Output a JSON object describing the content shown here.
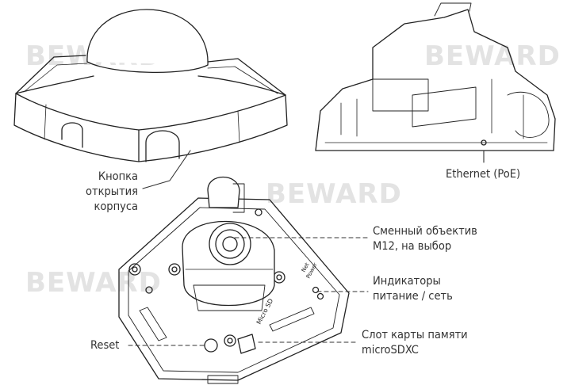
{
  "watermark": "BEWARD",
  "colors": {
    "line": "#222222",
    "watermark": "#e3e3e3",
    "text": "#333333"
  },
  "callouts": {
    "case_button": [
      "Кнопка",
      "открытия",
      "корпуса"
    ],
    "ethernet": [
      "Ethernet (PoE)"
    ],
    "lens": [
      "Сменный объектив",
      "M12, на выбор"
    ],
    "indicators": [
      "Индикаторы",
      "питание / сеть"
    ],
    "reset": [
      "Reset"
    ],
    "sd_slot": [
      "Слот карты памяти",
      "microSDXC"
    ]
  },
  "board_text": {
    "micro_sd": "Micro SD",
    "power": "Power",
    "net": "Net"
  }
}
